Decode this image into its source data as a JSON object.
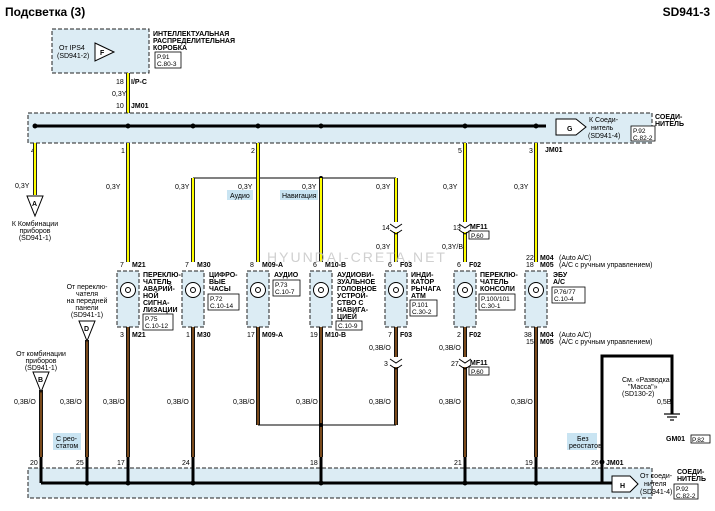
{
  "header": {
    "title": "Подсветка (3)",
    "code": "SD941-3"
  },
  "watermark": "HYUNDAI-CRETA.NET",
  "ipb": {
    "label_lines": [
      "ИНТЕЛЛЕКТУАЛЬНАЯ",
      "РАСПРЕДЕЛИТЕЛЬНАЯ",
      "КОРОБКА"
    ],
    "refs": [
      "P.91",
      "C.80-3"
    ],
    "from_lines": [
      "От IPS4",
      "(SD941-2)"
    ],
    "letter": "F",
    "pin": "18",
    "conn": "I/P-C",
    "wire": "0,3Y",
    "pin_jm": "10",
    "conn_jm": "JM01"
  },
  "top_bus": {
    "right_label": [
      "СОЕДИ-",
      "НИТЕЛЬ"
    ],
    "refs": [
      "P.92",
      "C.82-2"
    ],
    "to_lines": [
      "К Соеди-",
      "нитель",
      "(SD941-4)"
    ],
    "letter": "G",
    "conn": "JM01"
  },
  "bottom_bus": {
    "right_label": [
      "СОЕДИ-",
      "НИТЕЛЬ"
    ],
    "refs": [
      "P.92",
      "C.82-2"
    ],
    "from_lines": [
      "От соеди-",
      "нителя",
      "(SD941-4)"
    ],
    "letter": "H",
    "conn": "JM01"
  },
  "left_refs": {
    "a": {
      "letter": "A",
      "wire": "0,3Y",
      "pin": "4",
      "lines": [
        "К Комбинации",
        "приборов",
        "(SD941-1)"
      ]
    },
    "d": {
      "letter": "D",
      "lines": [
        "От переклю-",
        "чателя",
        "на передней",
        "панели",
        "(SD941-1)"
      ]
    },
    "b": {
      "letter": "B",
      "lines": [
        "От комбинации",
        "приборов",
        "(SD941-1)"
      ]
    }
  },
  "components": [
    {
      "name_lines": [
        "ПЕРЕКЛЮ-",
        "ЧАТЕЛЬ",
        "АВАРИЙ-",
        "НОЙ",
        "СИГНА-",
        "ЛИЗАЦИИ"
      ],
      "refs": [
        "P.75",
        "C.10-12"
      ],
      "conn": "M21",
      "pin_top": "7",
      "pin_bot": "3",
      "top_pin": "1",
      "wire_top": "0,3Y",
      "wire_bot": "0,3B/O"
    },
    {
      "name_lines": [
        "ЦИФРО-",
        "ВЫЕ",
        "ЧАСЫ"
      ],
      "refs": [
        "P.72",
        "C.10-14"
      ],
      "conn": "M30",
      "pin_top": "7",
      "pin_bot": "1",
      "wire_top": "0,3Y",
      "wire_bot": "0,3B/O"
    },
    {
      "name_lines": [
        "АУДИО"
      ],
      "refs": [
        "P.73",
        "C.10-7"
      ],
      "conn": "M09-A",
      "pin_top": "8",
      "pin_bot": "17",
      "top_pin": "2",
      "wire_top": "0,3Y",
      "wire_bot": "0,3B/O",
      "tag": "Аудио"
    },
    {
      "name_lines": [
        "АУДИОВИ-",
        "ЗУАЛЬНОЕ",
        "ГОЛОВНОЕ",
        "УСТРОЙ-",
        "СТВО С",
        "НАВИГА-",
        "ЦИЕЙ"
      ],
      "refs": [
        "C.10-9"
      ],
      "conn": "M10-B",
      "pin_top": "6",
      "pin_bot": "19",
      "wire_top": "0,3Y",
      "wire_bot": "0,3B/O",
      "tag": "Навигация"
    },
    {
      "name_lines": [
        "ИНДИ-",
        "КАТОР",
        "РЫЧАГА",
        "АТМ"
      ],
      "refs": [
        "P.101",
        "C.30-2"
      ],
      "conn": "F03",
      "pin_top": "6",
      "pin_bot": "7",
      "pin_mf_top": "14",
      "pin_mf_bot": "3",
      "wire_top": "0,3Y",
      "wire_mid": "0,3Y",
      "wire_bot": "0,3B/O",
      "wire_bot2": "0,3B/O"
    },
    {
      "name_lines": [
        "ПЕРЕКЛЮ-",
        "ЧАТЕЛЬ",
        "КОНСОЛИ"
      ],
      "refs": [
        "P.100/101",
        "C.30-1"
      ],
      "conn": "F02",
      "pin_top": "6",
      "pin_bot": "2",
      "top_pin": "5",
      "pin_mf_top": "13",
      "pin_mf_bot": "27",
      "wire_top": "0,3Y",
      "wire_mid": "0,3Y/B",
      "wire_bot": "0,3B/O",
      "wire_bot2": "0,3B/O"
    },
    {
      "name_lines": [
        "ЭБУ",
        "А/С"
      ],
      "refs": [
        "P.76/77",
        "C.10-4"
      ],
      "conn": "M04",
      "conn2": "M05",
      "pin_top": "22",
      "pin_top2": "18",
      "pin_bot": "38",
      "pin_bot2": "15",
      "top_pin": "3",
      "wire_top": "0,3Y",
      "wire_bot": "0,3B/O",
      "note_top1": "(Auto A/C)",
      "note_top2": "(A/C с ручным управлением)",
      "note_bot1": "(Auto A/C)",
      "note_bot2": "(A/C с ручным управлением)"
    }
  ],
  "mf11": {
    "conn": "MF11",
    "ref": "P.60"
  },
  "ground": {
    "lines": [
      "См. «Разводка",
      "\"Масса\"»",
      "(SD130-2)"
    ],
    "wire": "0,5B",
    "conn": "GM01",
    "ref": "P.82",
    "pin_bus": "26"
  },
  "bottom_pins": [
    "20",
    "25",
    "17",
    "24",
    "18",
    "21",
    "19"
  ],
  "tags": {
    "rheostat": [
      "С рео-",
      "статом"
    ],
    "no_rheostat": [
      "Без",
      "реостатов"
    ]
  }
}
